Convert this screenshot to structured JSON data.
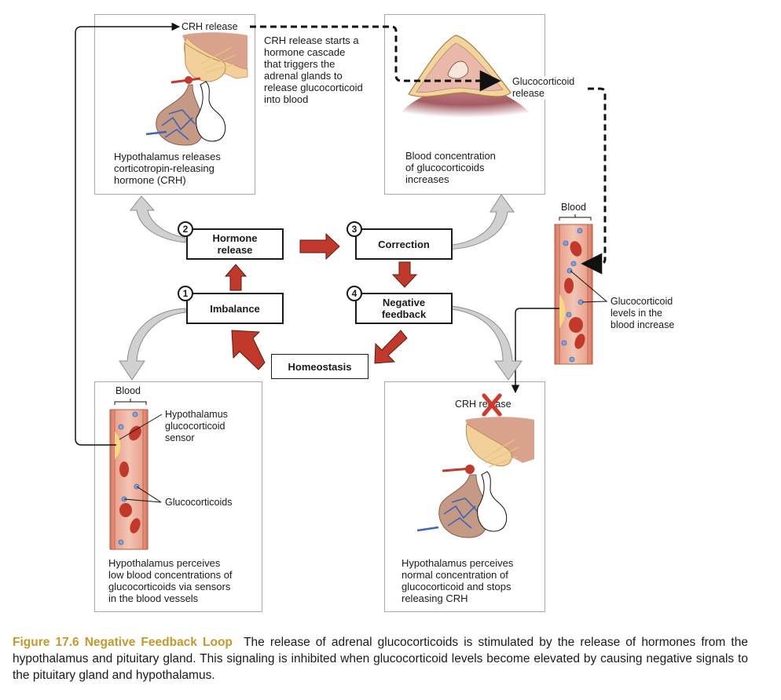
{
  "panels": {
    "top_left": {
      "caption": "Hypothalamus releases\ncorticotropin-releasing\nhormone (CRH)",
      "crh_label": "CRH release"
    },
    "top_right": {
      "caption": "Blood concentration\nof glucocorticoids\nincreases",
      "release_label": "Glucocorticoid\nrelease"
    },
    "bottom_left": {
      "blood_label": "Blood",
      "sensor_label": "Hypothalamus\nglucocorticoid\nsensor",
      "glucocorticoids_label": "Glucocorticoids",
      "caption": "Hypothalamus perceives\nlow blood concentrations of\nglucocorticoids via sensors\nin the blood vessels"
    },
    "bottom_right": {
      "crh_label": "CRH release",
      "caption": "Hypothalamus perceives\nnormal concentration of\nglucocorticoid and stops\nreleasing CRH"
    }
  },
  "cascade_note": "CRH release starts a\nhormone cascade\nthat triggers the\nadrenal glands to\nrelease glucocorticoid\ninto blood",
  "right_vessel": {
    "blood_label": "Blood",
    "levels_label": "Glucocorticoid\nlevels in the\nblood increase"
  },
  "steps": [
    {
      "number": "1",
      "label": "Imbalance"
    },
    {
      "number": "2",
      "label": "Hormone\nrelease"
    },
    {
      "number": "3",
      "label": "Correction"
    },
    {
      "number": "4",
      "label": "Negative\nfeedback"
    }
  ],
  "homeostasis": "Homeostasis",
  "caption": {
    "figure_label": "Figure 17.6 Negative Feedback Loop",
    "text": "The release of adrenal glucocorticoids is stimulated by the release of hormones from the hypothalamus and pituitary gland. This signaling is inhibited when glucocorticoid levels become elevated by causing negative signals to the pituitary gland and hypothalamus."
  },
  "colors": {
    "cycle_arrow": "#c0392b",
    "figure_label": "#c8972c",
    "panel_border": "#a9a9a9",
    "curved_arrow": "#d0d0d0"
  }
}
